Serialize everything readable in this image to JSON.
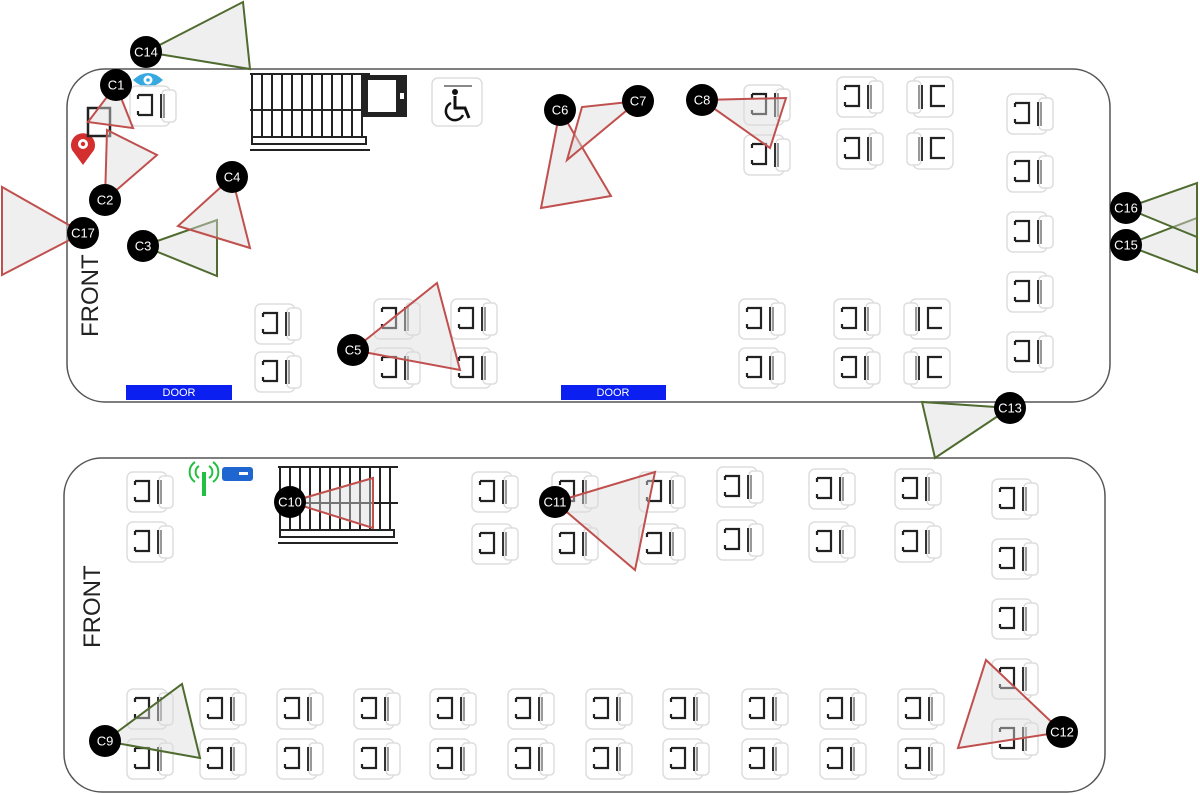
{
  "colors": {
    "red_camera": "#c0504d",
    "green_camera": "#4f6b2f",
    "door": "#0a1ff0",
    "wifi": "#22c040",
    "router": "#1f66d0",
    "eye": "#36a9e1",
    "pin": "#d32f2f"
  },
  "upper_bus": {
    "front_label": "FRONT",
    "doors": [
      "DOOR",
      "DOOR"
    ],
    "icons": [
      "eye-icon",
      "location-pin-icon",
      "wheelchair-icon",
      "stairs-icon",
      "elevator-door-icon"
    ]
  },
  "lower_bus": {
    "front_label": "FRONT",
    "icons": [
      "wifi-antenna-icon",
      "router-icon",
      "stairs-icon"
    ]
  },
  "cameras": [
    {
      "label": "C1",
      "color": "red"
    },
    {
      "label": "C2",
      "color": "red"
    },
    {
      "label": "C3",
      "color": "green"
    },
    {
      "label": "C4",
      "color": "red"
    },
    {
      "label": "C5",
      "color": "red"
    },
    {
      "label": "C6",
      "color": "red"
    },
    {
      "label": "C7",
      "color": "red"
    },
    {
      "label": "C8",
      "color": "red"
    },
    {
      "label": "C9",
      "color": "green"
    },
    {
      "label": "C10",
      "color": "red"
    },
    {
      "label": "C11",
      "color": "red"
    },
    {
      "label": "C12",
      "color": "red"
    },
    {
      "label": "C13",
      "color": "green"
    },
    {
      "label": "C14",
      "color": "green"
    },
    {
      "label": "C15",
      "color": "green"
    },
    {
      "label": "C16",
      "color": "green"
    },
    {
      "label": "C17",
      "color": "red"
    }
  ]
}
